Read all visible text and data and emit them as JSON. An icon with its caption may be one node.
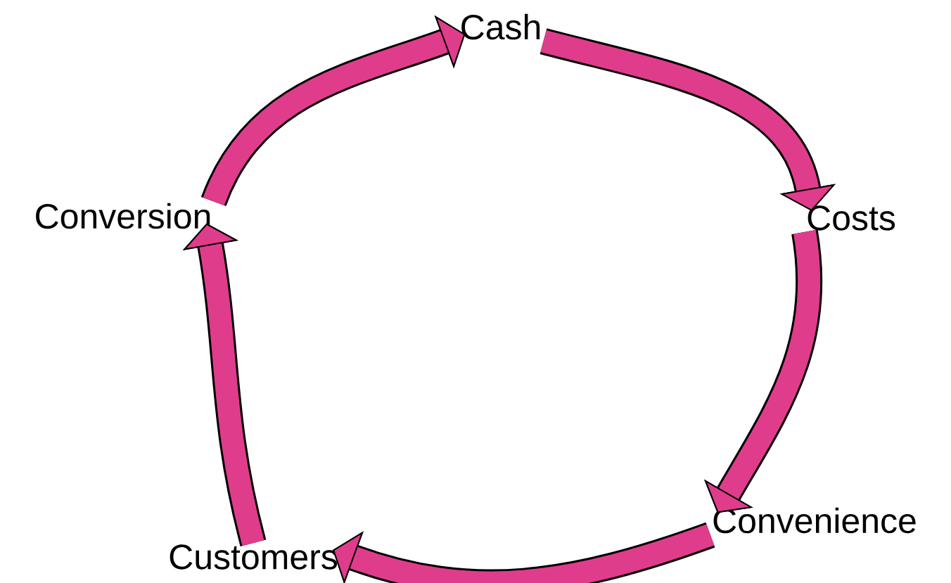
{
  "diagram": {
    "nodes": [
      {
        "text": [
          "Cash"
        ]
      },
      {
        "text": [
          "Costs"
        ]
      },
      {
        "text": [
          "Convenience"
        ]
      },
      {
        "text": [
          "Customers"
        ]
      },
      {
        "text": [
          "Conversion"
        ]
      }
    ],
    "edges": [
      {
        "from": 0,
        "to": 1,
        "arrow": "to"
      },
      {
        "from": 1,
        "to": 2,
        "arrow": "to"
      },
      {
        "from": 2,
        "to": 3,
        "arrow": "to"
      },
      {
        "from": 3,
        "to": 4,
        "arrow": "to"
      },
      {
        "from": 4,
        "to": 0,
        "arrow": "to"
      }
    ]
  }
}
